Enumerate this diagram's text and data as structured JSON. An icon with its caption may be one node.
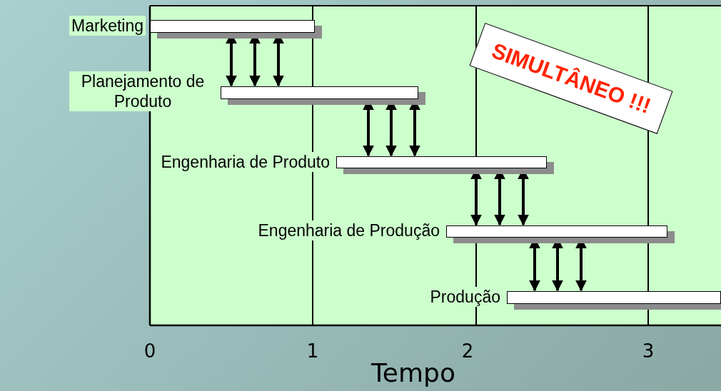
{
  "diagram": {
    "nodes": [
      {
        "text": [],
        "shape": "bar",
        "beside": [
          "Marketing"
        ]
      },
      {
        "text": [],
        "shape": "bar",
        "beside": [
          "Planejamento de Produto"
        ]
      },
      {
        "text": [],
        "shape": "bar",
        "beside": [
          "Engenharia de Produto"
        ]
      },
      {
        "text": [],
        "shape": "bar",
        "beside": [
          "Engenharia de Produção"
        ]
      },
      {
        "text": [],
        "shape": "bar",
        "beside": [
          "Produção"
        ]
      }
    ],
    "edges": [
      {
        "from": 0,
        "to": 1,
        "arrow": "both"
      },
      {
        "from": 0,
        "to": 1,
        "arrow": "both"
      },
      {
        "from": 0,
        "to": 1,
        "arrow": "both"
      },
      {
        "from": 1,
        "to": 2,
        "arrow": "both"
      },
      {
        "from": 1,
        "to": 2,
        "arrow": "both"
      },
      {
        "from": 1,
        "to": 2,
        "arrow": "both"
      },
      {
        "from": 2,
        "to": 3,
        "arrow": "both"
      },
      {
        "from": 2,
        "to": 3,
        "arrow": "both"
      },
      {
        "from": 2,
        "to": 3,
        "arrow": "both"
      },
      {
        "from": 3,
        "to": 4,
        "arrow": "both"
      },
      {
        "from": 3,
        "to": 4,
        "arrow": "both"
      },
      {
        "from": 3,
        "to": 4,
        "arrow": "both"
      }
    ],
    "labels": [
      "SIMULTÂNEO !!!",
      "0",
      "1",
      "2",
      "3",
      "Tempo"
    ]
  }
}
